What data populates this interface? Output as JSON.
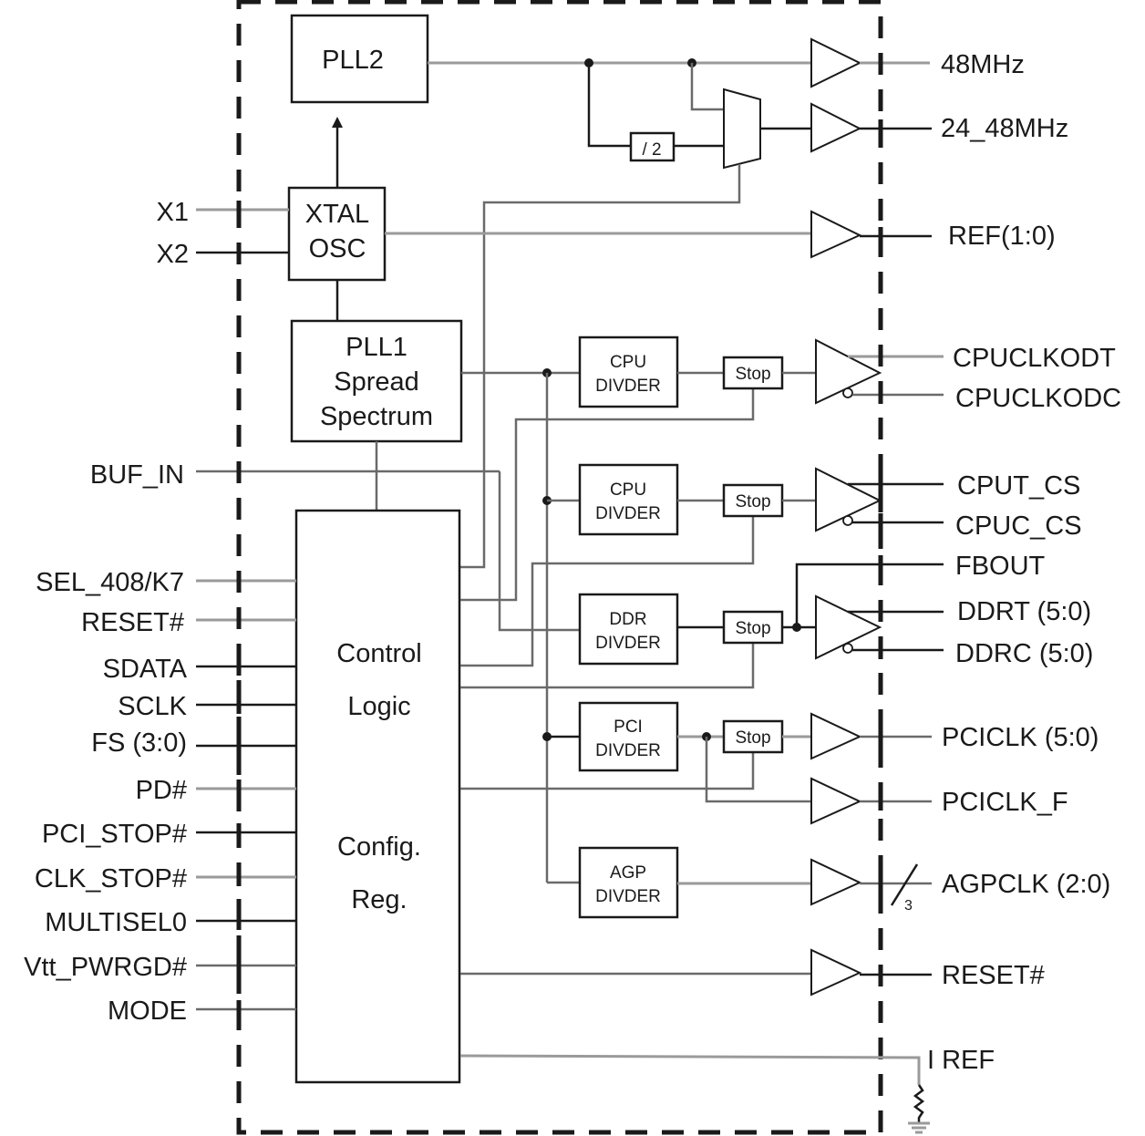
{
  "diagram": {
    "title": "Clock generator block diagram",
    "blocks": {
      "pll2": "PLL2",
      "xtal_line1": "XTAL",
      "xtal_line2": "OSC",
      "pll1_line1": "PLL1",
      "pll1_line2": "Spread",
      "pll1_line3": "Spectrum",
      "div2": "/ 2",
      "control_line1": "Control",
      "control_line2": "Logic",
      "control_line3": "Config.",
      "control_line4": "Reg.",
      "cpu_div1_line1": "CPU",
      "cpu_div1_line2": "DIVDER",
      "cpu_div2_line1": "CPU",
      "cpu_div2_line2": "DIVDER",
      "ddr_div_line1": "DDR",
      "ddr_div_line2": "DIVDER",
      "pci_div_line1": "PCI",
      "pci_div_line2": "DIVDER",
      "agp_div_line1": "AGP",
      "agp_div_line2": "DIVDER",
      "stop": "Stop"
    },
    "inputs": [
      "X1",
      "X2",
      "BUF_IN",
      "SEL_408/K7",
      "RESET#",
      "SDATA",
      "SCLK",
      "FS (3:0)",
      "PD#",
      "PCI_STOP#",
      "CLK_STOP#",
      "MULTISEL0",
      "Vtt_PWRGD#",
      "MODE"
    ],
    "outputs": [
      "48MHz",
      "24_48MHz",
      "REF(1:0)",
      "CPUCLKODT",
      "CPUCLKODC",
      "CPUT_CS",
      "CPUC_CS",
      "FBOUT",
      "DDRT (5:0)",
      "DDRC (5:0)",
      "PCICLK (5:0)",
      "PCICLK_F",
      "AGPCLK (2:0)",
      "RESET#",
      "I REF"
    ],
    "bus_width_label": "3"
  }
}
